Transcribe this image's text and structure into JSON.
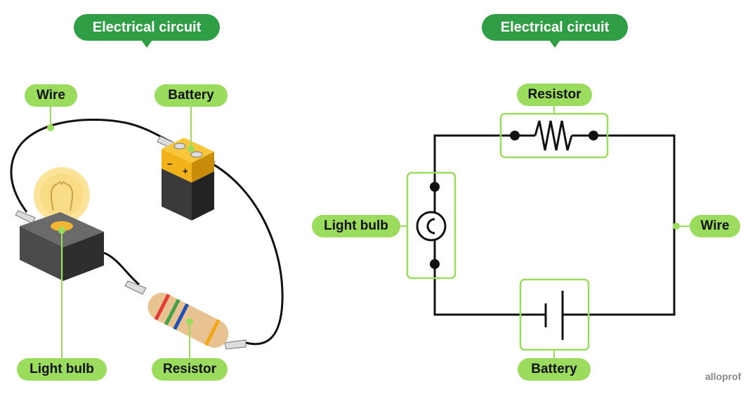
{
  "left_diagram": {
    "title": "Electrical circuit",
    "labels": {
      "wire": "Wire",
      "battery": "Battery",
      "light_bulb": "Light bulb",
      "resistor": "Resistor"
    },
    "battery_terminals": {
      "negative": "−",
      "positive": "+"
    }
  },
  "right_diagram": {
    "title": "Electrical circuit",
    "labels": {
      "resistor": "Resistor",
      "light_bulb": "Light bulb",
      "wire": "Wire",
      "battery": "Battery"
    }
  },
  "brand": "alloprof",
  "colors": {
    "title_bg": "#2f9e44",
    "label_bg": "#9bdb5e",
    "highlight_outline": "#9bdb5e",
    "wire": "#111111"
  }
}
